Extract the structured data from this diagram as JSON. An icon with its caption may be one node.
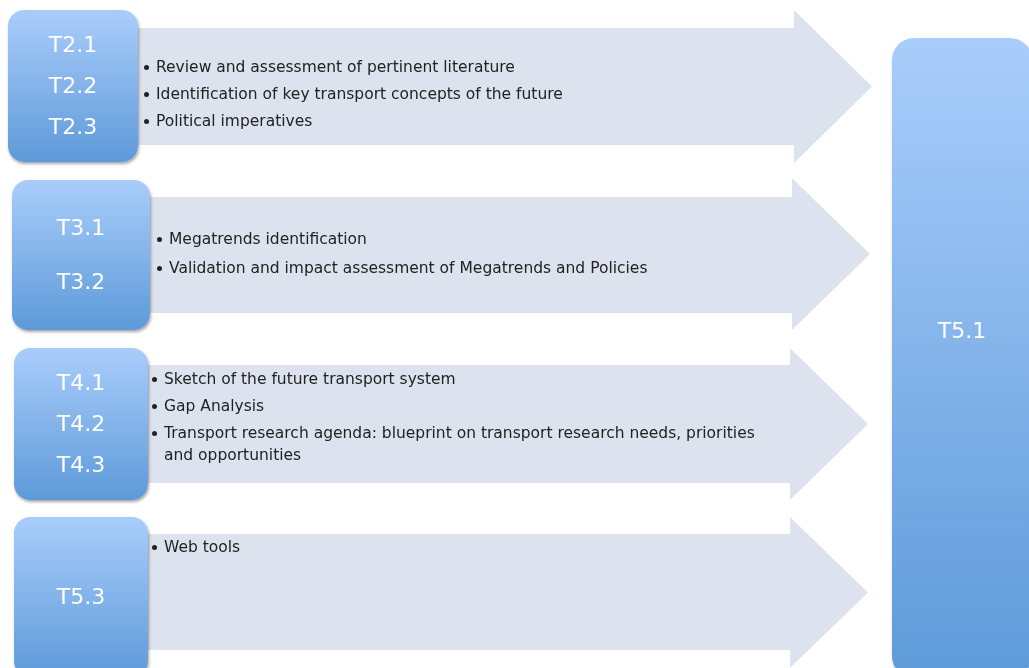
{
  "diagram": {
    "nodes": [
      {
        "text": [
          "T2.1",
          "T2.2",
          "T2.3"
        ]
      },
      {
        "text": [
          "Review and assessment of pertinent literature",
          "Identification of key transport concepts of the future",
          "Political imperatives"
        ]
      },
      {
        "text": [
          "T3.1",
          "T3.2"
        ]
      },
      {
        "text": [
          "Megatrends identification",
          "Validation and impact assessment of Megatrends and Policies"
        ]
      },
      {
        "text": [
          "T4.1",
          "T4.2",
          "T4.3"
        ]
      },
      {
        "text": [
          "Sketch of the future transport system",
          "Gap Analysis",
          "Transport research agenda: blueprint on transport research needs, priorities and opportunities"
        ]
      },
      {
        "text": [
          "T5.3"
        ]
      },
      {
        "text": [
          "Web tools"
        ]
      },
      {
        "text": [
          "T5.1"
        ]
      }
    ]
  }
}
